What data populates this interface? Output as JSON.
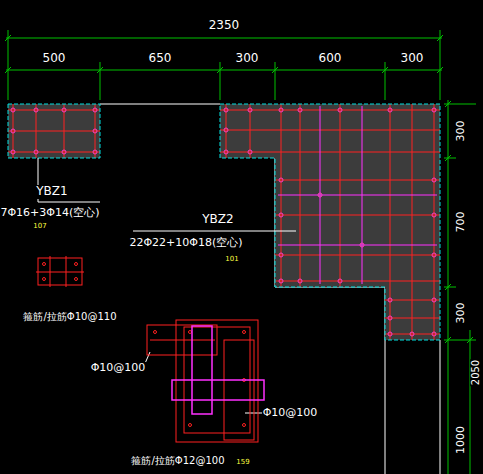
{
  "diagram": {
    "labels": [
      "2350",
      "500",
      "650",
      "300",
      "600",
      "300",
      "300",
      "700",
      "300",
      "1000",
      "2050",
      "YBZ1",
      "7Φ16+3Φ14(空心)",
      "107",
      "YBZ2",
      "22Φ22+10Φ18(空心)",
      "101",
      "箍筋/拉筋Φ10@110",
      "Φ10@100",
      "Φ10@100",
      "箍筋/拉筋Φ12@100",
      "159"
    ]
  }
}
